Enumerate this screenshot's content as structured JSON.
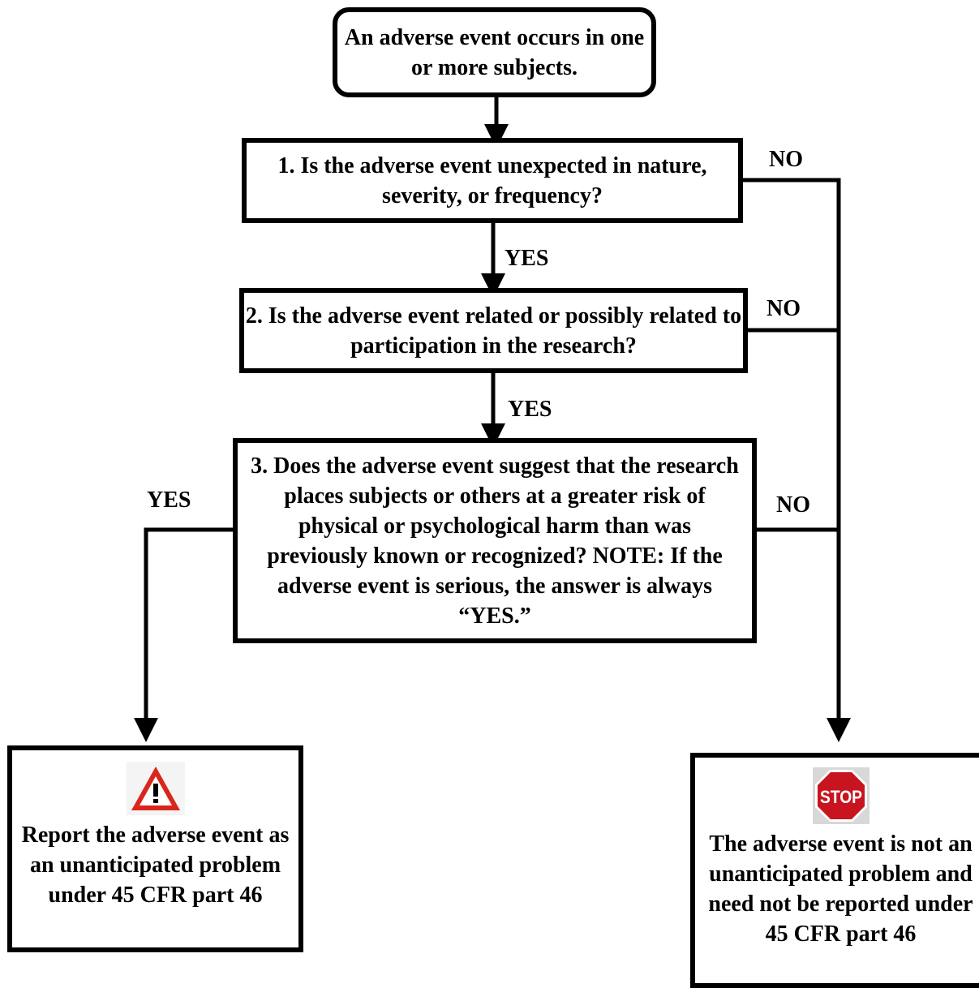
{
  "start": {
    "text": "An adverse event occurs in one or more subjects."
  },
  "question1": {
    "text": "1. Is the adverse event unexpected in nature, severity, or frequency?"
  },
  "question2": {
    "text": "2. Is the adverse event related or possibly related to participation in the research?"
  },
  "question3": {
    "text": "3. Does the adverse event suggest that the research places subjects or others at a greater risk of physical or psychological harm than was previously known or recognized?  NOTE: If the adverse event is serious, the answer is always “YES.”"
  },
  "labels": {
    "no1": "NO",
    "yes1": "YES",
    "no2": "NO",
    "yes2": "YES",
    "yes3": "YES",
    "no3": "NO"
  },
  "outcome_report": {
    "icon": "warning-triangle-icon",
    "text": "Report the adverse event as an unanticipated problem under 45 CFR part 46"
  },
  "outcome_stop": {
    "icon": "stop-sign-icon",
    "sign_text": "STOP",
    "text": "The adverse event is not an unanticipated problem and need not be reported under 45 CFR part 46"
  },
  "colors": {
    "line": "#000000",
    "warning_red": "#d9261c",
    "stop_red": "#c8141e",
    "icon_bg": "#f4f4f4"
  }
}
